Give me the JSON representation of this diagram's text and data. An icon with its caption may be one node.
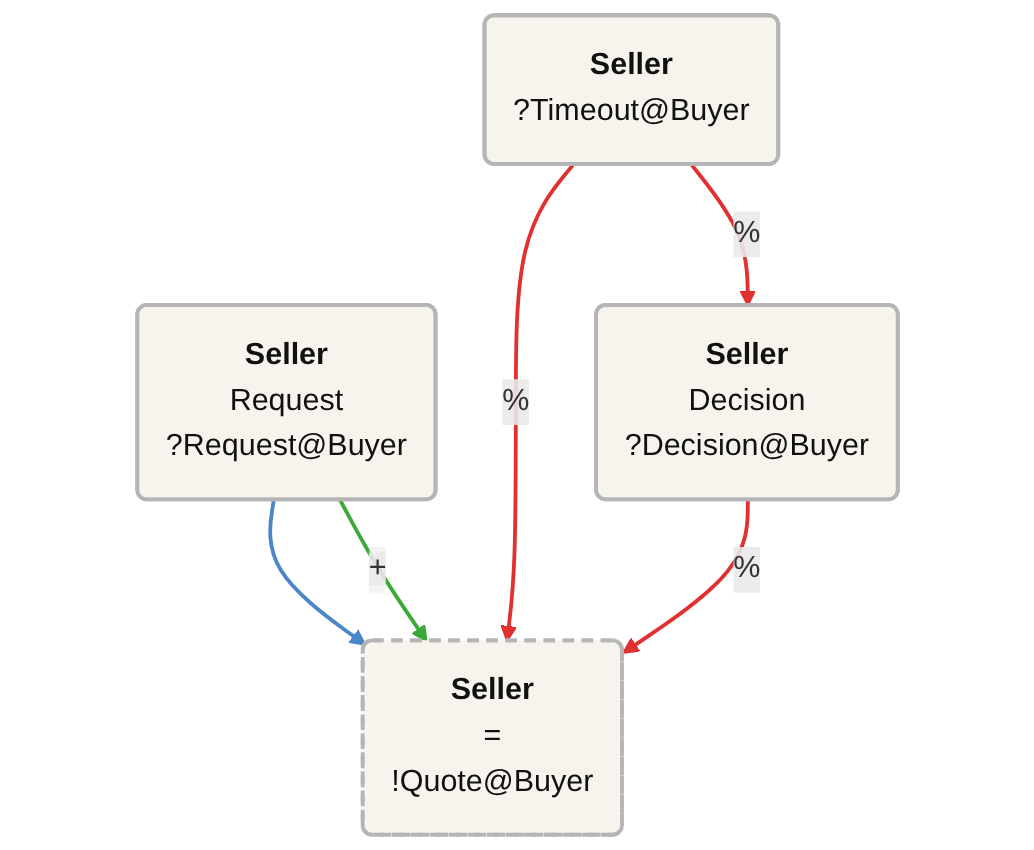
{
  "diagram": {
    "nodes": [
      {
        "text": [
          "Seller",
          "Request",
          "?Request@Buyer"
        ]
      },
      {
        "text": [
          "Seller",
          "?Timeout@Buyer"
        ]
      },
      {
        "text": [
          "Seller",
          "Decision",
          "?Decision@Buyer"
        ]
      },
      {
        "text": [
          "Seller",
          "=",
          "!Quote@Buyer"
        ]
      }
    ],
    "edges": [
      {
        "from": 0,
        "to": 3,
        "arrow": "to",
        "color": "#4a86c8"
      },
      {
        "from": 0,
        "to": 3,
        "arrow": "to",
        "label": "+",
        "color": "#3aa935"
      },
      {
        "from": 1,
        "to": 2,
        "arrow": "to",
        "label": "%",
        "color": "#e03030"
      },
      {
        "from": 1,
        "to": 3,
        "arrow": "to",
        "label": "%",
        "color": "#e03030"
      },
      {
        "from": 2,
        "to": 3,
        "arrow": "to",
        "label": "%",
        "color": "#e03030"
      }
    ]
  }
}
